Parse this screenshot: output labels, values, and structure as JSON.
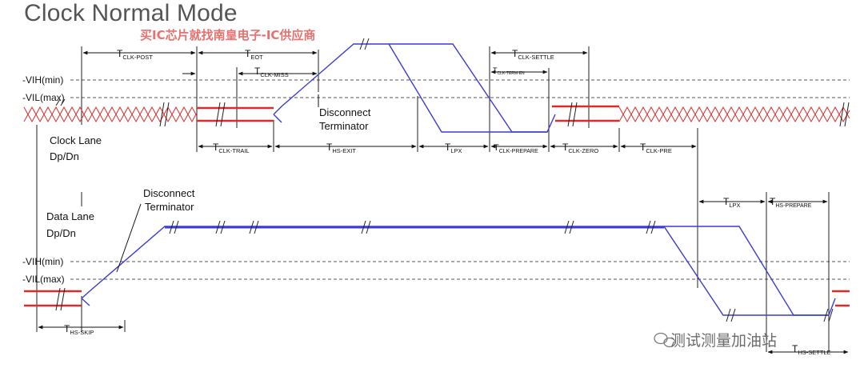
{
  "title": "Clock Normal Mode",
  "watermark_top": "买IC芯片就找南皇电子-IC供应商",
  "watermark_bottom": "测试测量加油站",
  "levels": {
    "vih": "-VIH(min)",
    "vil": "-VIL(max)"
  },
  "lanes": {
    "clock_line1": "Clock Lane",
    "clock_line2": "Dp/Dn",
    "data_line1": "Data Lane",
    "data_line2": "Dp/Dn"
  },
  "annotations": {
    "disconnect_clock_1": "Disconnect",
    "disconnect_clock_2": "Terminator",
    "disconnect_data_1": "Disconnect",
    "disconnect_data_2": "Terminator"
  },
  "timing": {
    "clk_post": {
      "main": "T",
      "sub": "CLK-POST"
    },
    "eot": {
      "main": "T",
      "sub": "EOT"
    },
    "clk_miss": {
      "main": "T",
      "sub": "CLK-MISS"
    },
    "clk_settle": {
      "main": "T",
      "sub": "CLK-SETTLE"
    },
    "clk_term_en": {
      "main": "T",
      "sub": "CLK-TERM-EN"
    },
    "clk_trail": {
      "main": "T",
      "sub": "CLK-TRAIL"
    },
    "hs_exit": {
      "main": "T",
      "sub": "HS-EXIT"
    },
    "lpx_clock": {
      "main": "T",
      "sub": "LPX"
    },
    "clk_prepare": {
      "main": "T",
      "sub": "CLK-PREPARE"
    },
    "clk_zero": {
      "main": "T",
      "sub": "CLK-ZERO"
    },
    "clk_pre": {
      "main": "T",
      "sub": "CLK-PRE"
    },
    "lpx_data": {
      "main": "T",
      "sub": "LPX"
    },
    "hs_prepare": {
      "main": "T",
      "sub": "HS-PREPARE"
    },
    "hs_skip": {
      "main": "T",
      "sub": "HS-SKIP"
    },
    "hs_settle": {
      "main": "T",
      "sub": "HS-SETTLE"
    }
  },
  "colors": {
    "lp_signal": "#3c3cd6",
    "hs_signal": "#e02a2a",
    "dashed": "#555555"
  }
}
